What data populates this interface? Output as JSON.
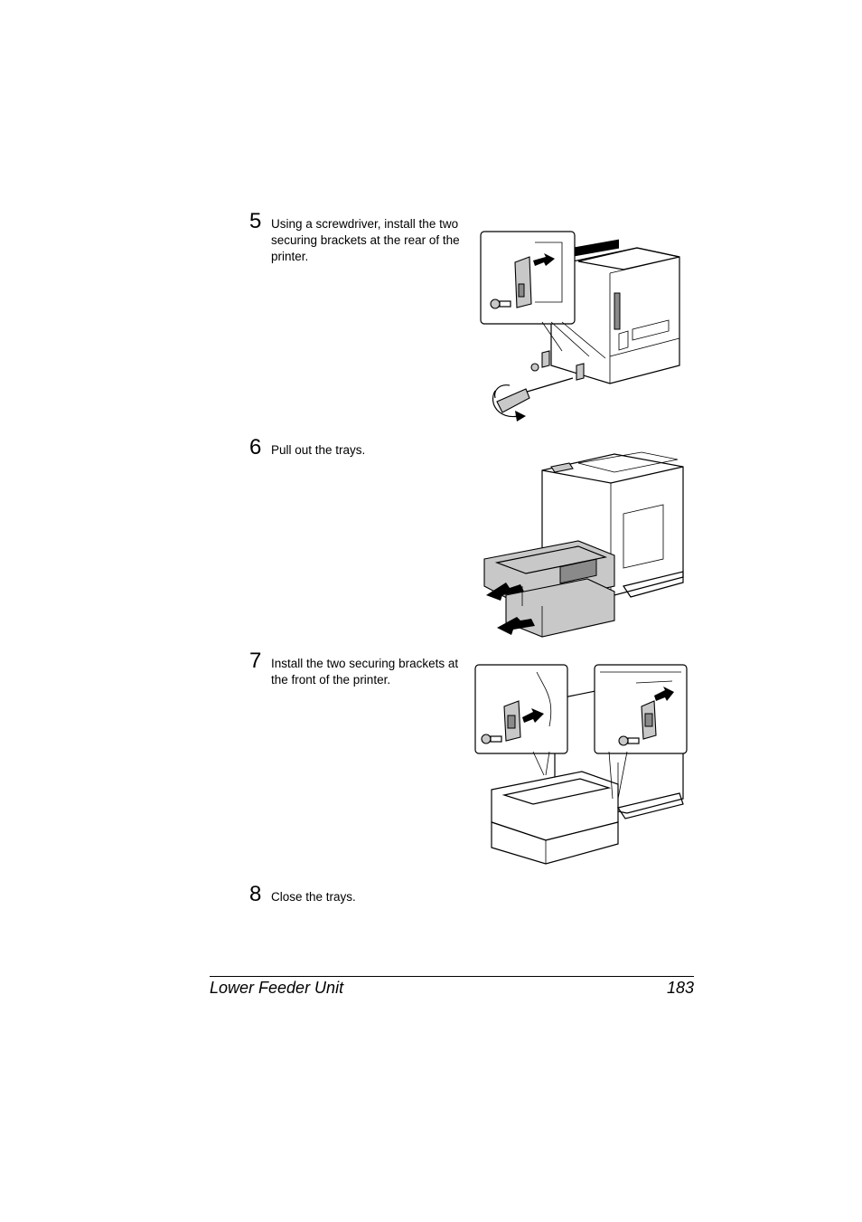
{
  "steps": [
    {
      "number": "5",
      "text": "Using a screwdriver, install the two securing brackets at the rear of the printer."
    },
    {
      "number": "6",
      "text": "Pull out the trays."
    },
    {
      "number": "7",
      "text": "Install the two securing brackets at the front of the printer."
    },
    {
      "number": "8",
      "text": "Close the trays."
    }
  ],
  "footer": {
    "title": "Lower Feeder Unit",
    "page": "183"
  }
}
